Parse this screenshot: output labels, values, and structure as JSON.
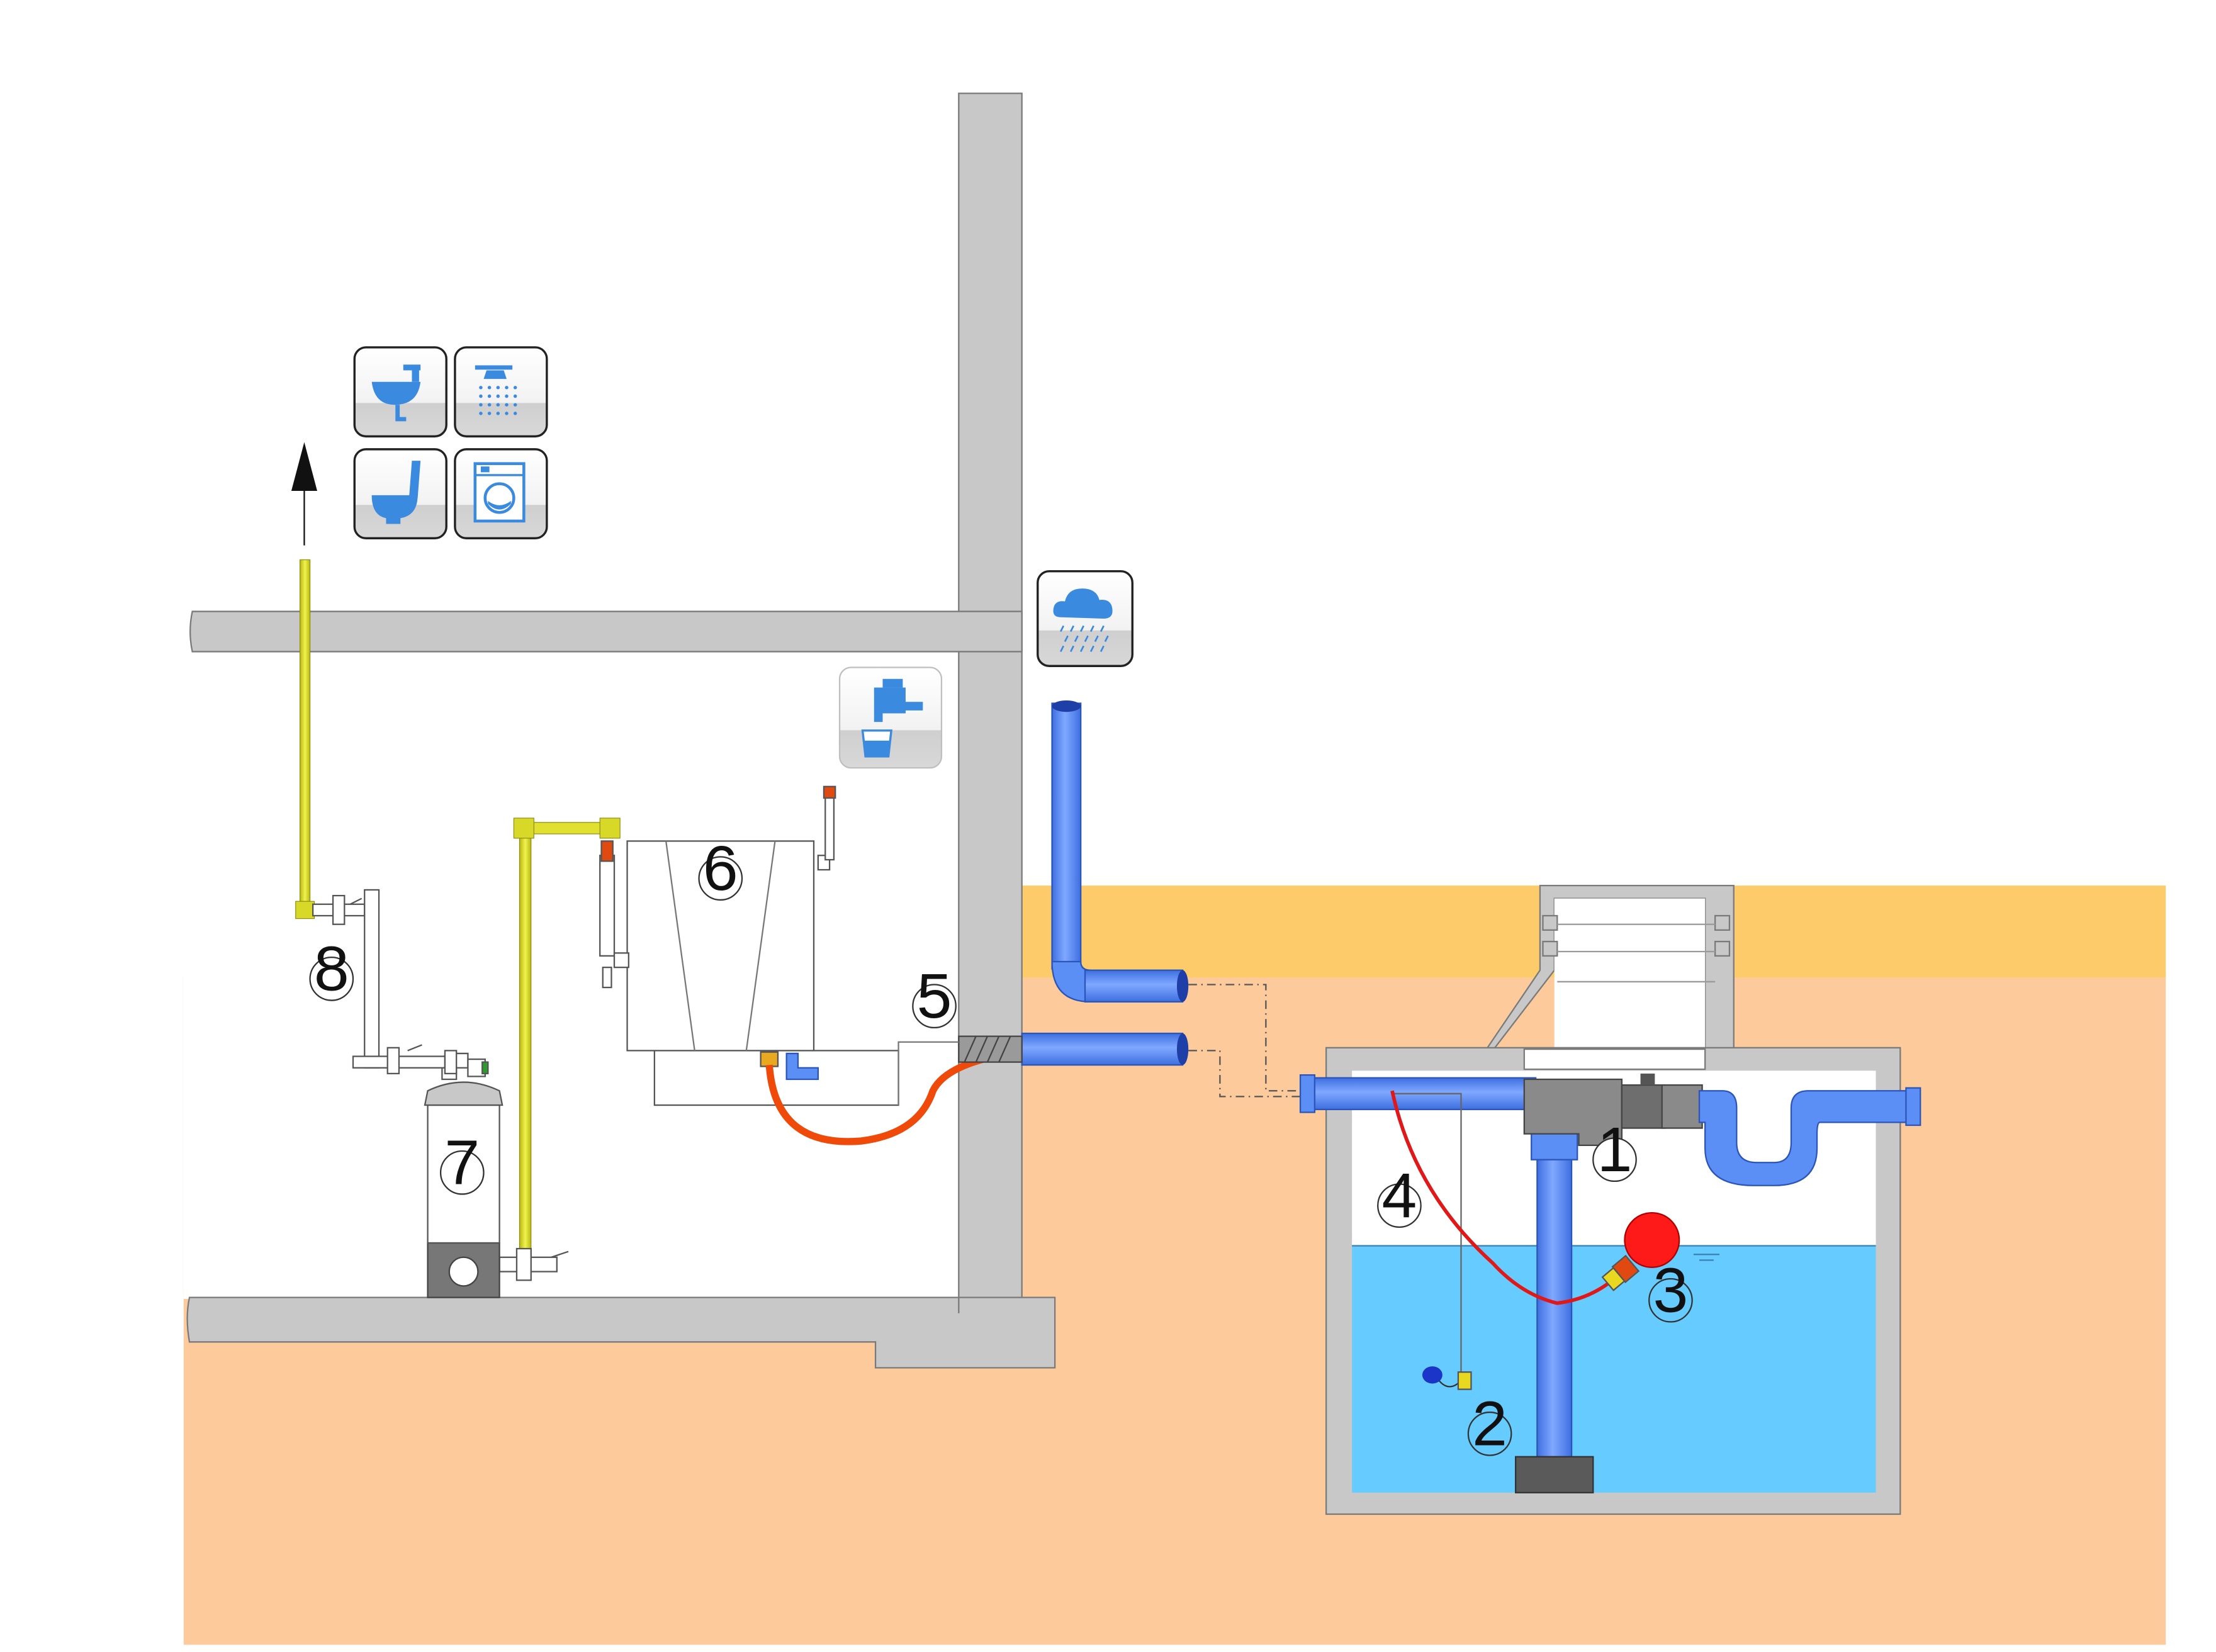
{
  "callouts": {
    "c1": "1",
    "c2": "2",
    "c3": "3",
    "c4": "4",
    "c5": "5",
    "c6": "6",
    "c7": "7",
    "c8": "8"
  },
  "icons": {
    "washbasin": "washbasin-icon",
    "shower": "shower-icon",
    "toilet": "toilet-icon",
    "washing_machine": "washing-machine-icon",
    "rain_cloud": "rain-cloud-icon",
    "drinking_water_tap": "drinking-water-tap-icon"
  },
  "colors": {
    "soil": "#FDCB9B",
    "topsoil": "#FDCB69",
    "concrete": "#C8C8C8",
    "pipe_blue": "#5B8FF5",
    "water": "#66CCFF",
    "yellow_pipe": "#D8D828",
    "red_hose": "#F04A0A",
    "float_red": "#FF1A1A",
    "filter_grey": "#777777"
  }
}
